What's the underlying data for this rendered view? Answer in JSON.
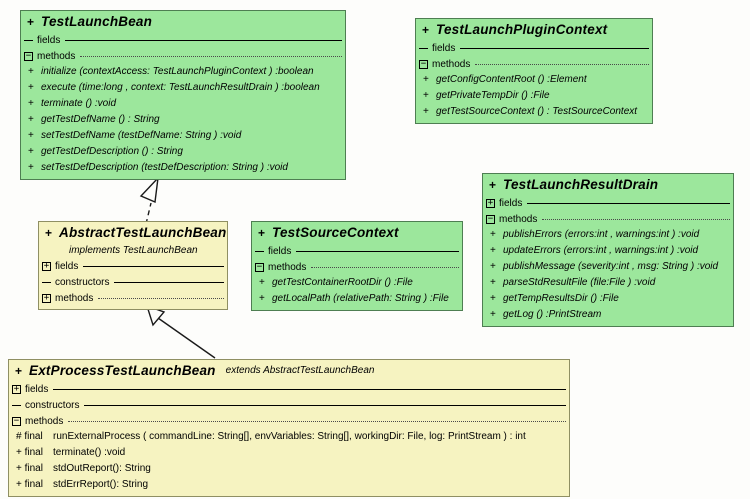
{
  "colors": {
    "interface_fill": "#9ce79c",
    "interface_border": "#4e7e52",
    "class_fill": "#f6f3c1",
    "class_border": "#8f8f63",
    "line": "#000000"
  },
  "icons": {
    "expand": "+",
    "collapse": "−"
  },
  "labels": {
    "fields": "fields",
    "constructors": "constructors",
    "methods": "methods"
  },
  "classes": {
    "tlb": {
      "visibility": "+",
      "name": "TestLaunchBean",
      "methods": [
        {
          "vis": "+",
          "sig": "initialize (contextAccess: TestLaunchPluginContext ) :boolean"
        },
        {
          "vis": "+",
          "sig": "execute (time:long , context: TestLaunchResultDrain ) :boolean"
        },
        {
          "vis": "+",
          "sig": "terminate () :void"
        },
        {
          "vis": "+",
          "sig": "getTestDefName () : String"
        },
        {
          "vis": "+",
          "sig": "setTestDefName (testDefName: String ) :void"
        },
        {
          "vis": "+",
          "sig": "getTestDefDescription () : String"
        },
        {
          "vis": "+",
          "sig": "setTestDefDescription (testDefDescription: String ) :void"
        }
      ]
    },
    "tlpc": {
      "visibility": "+",
      "name": "TestLaunchPluginContext",
      "methods": [
        {
          "vis": "+",
          "sig": "getConfigContentRoot () :Element"
        },
        {
          "vis": "+",
          "sig": "getPrivateTempDir () :File"
        },
        {
          "vis": "+",
          "sig": "getTestSourceContext () : TestSourceContext"
        }
      ]
    },
    "tlrd": {
      "visibility": "+",
      "name": "TestLaunchResultDrain",
      "methods": [
        {
          "vis": "+",
          "sig": "publishErrors (errors:int , warnings:int ) :void"
        },
        {
          "vis": "+",
          "sig": "updateErrors (errors:int , warnings:int ) :void"
        },
        {
          "vis": "+",
          "sig": "publishMessage (severity:int , msg: String ) :void"
        },
        {
          "vis": "+",
          "sig": "parseStdResultFile (file:File ) :void"
        },
        {
          "vis": "+",
          "sig": "getTempResultsDir () :File"
        },
        {
          "vis": "+",
          "sig": "getLog () :PrintStream"
        }
      ]
    },
    "atlb": {
      "visibility": "+",
      "name": "AbstractTestLaunchBean",
      "subtitle": "implements TestLaunchBean"
    },
    "tsc": {
      "visibility": "+",
      "name": "TestSourceContext",
      "methods": [
        {
          "vis": "+",
          "sig": "getTestContainerRootDir () :File"
        },
        {
          "vis": "+",
          "sig": "getLocalPath (relativePath: String ) :File"
        }
      ]
    },
    "ept": {
      "visibility": "+",
      "name": "ExtProcessTestLaunchBean",
      "title_note": "extends AbstractTestLaunchBean",
      "methods": [
        {
          "vis": "# final",
          "sig": "runExternalProcess ( commandLine: String[], envVariables: String[], workingDir: File, log: PrintStream ) : int"
        },
        {
          "vis": "+ final",
          "sig": "terminate() :void"
        },
        {
          "vis": "+ final",
          "sig": "stdOutReport(): String"
        },
        {
          "vis": "+ final",
          "sig": "stdErrReport(): String"
        }
      ]
    }
  },
  "relations": [
    {
      "type": "realization",
      "from": "AbstractTestLaunchBean",
      "to": "TestLaunchBean",
      "line_style": "dashed",
      "arrowhead": "hollow-triangle"
    },
    {
      "type": "generalization",
      "from": "ExtProcessTestLaunchBean",
      "to": "AbstractTestLaunchBean",
      "line_style": "solid",
      "arrowhead": "hollow-triangle"
    }
  ]
}
